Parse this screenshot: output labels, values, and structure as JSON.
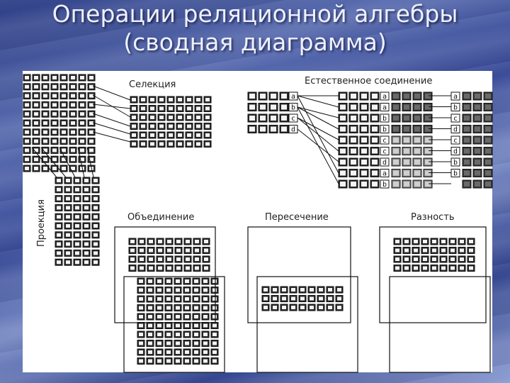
{
  "slide": {
    "title_line1": "Операции реляционной алгебры",
    "title_line2": "(сводная диаграмма)"
  },
  "diagram": {
    "labels": {
      "selection": "Селекция",
      "projection": "Проекция",
      "natural_join": "Естественное соединение",
      "union": "Объединение",
      "intersection": "Пересечение",
      "difference": "Разность"
    },
    "join_keys_left": [
      "a",
      "b",
      "c",
      "d"
    ],
    "join_keys_middle": [
      "a",
      "a",
      "b",
      "b",
      "c",
      "c",
      "d",
      "a",
      "b"
    ],
    "join_keys_right": [
      "a",
      "b",
      "c",
      "d",
      "c",
      "d",
      "b",
      "b"
    ]
  }
}
